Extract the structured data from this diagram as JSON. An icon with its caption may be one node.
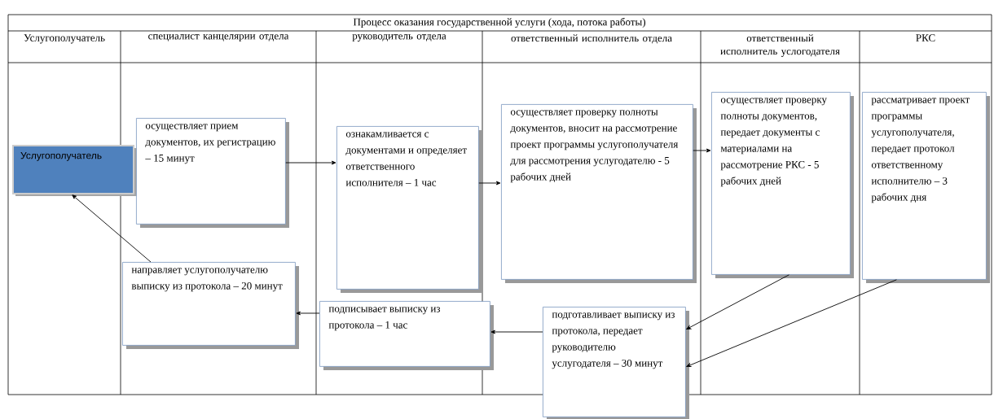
{
  "diagram": {
    "title": "Процесс оказания государственной услуги (хода, потока работы)",
    "nodes": [
      {
        "text": [
          "Услугополучатель"
        ]
      },
      {
        "text": [
          "осуществляет прием документов, их регистрацию – 15 минут"
        ]
      },
      {
        "text": [
          "ознакамливается с документами и определяет ответственного исполнителя – 1 час"
        ]
      },
      {
        "text": [
          "осуществляет проверку полноты документов, вносит на рассмотрение проект программы услугополучателя для рассмотрения услугодателю - 5 рабочих дней"
        ]
      },
      {
        "text": [
          "осуществляет проверку полноты документов, передает документы с материалами на рассмотрение РКС - 5 рабочих дней"
        ]
      },
      {
        "text": [
          "рассматривает проект программы услугополучателя, передает протокол ответственному исполнителю – 3 рабочих дня"
        ]
      },
      {
        "text": [
          "направляет услугополучателю выписку из протокола – 20 минут"
        ]
      },
      {
        "text": [
          "подписывает выписку из протокола – 1 час"
        ]
      },
      {
        "text": [
          "подготавливает выписку из протокола, передает руководителю услугодателя – 30 минут"
        ]
      }
    ],
    "edges": [
      {
        "from": 1,
        "to": 2,
        "arrow": "to"
      },
      {
        "from": 2,
        "to": 3,
        "arrow": "to"
      },
      {
        "from": 3,
        "to": 4,
        "arrow": "to"
      },
      {
        "from": 4,
        "to": 8,
        "arrow": "to"
      },
      {
        "from": 5,
        "to": 8,
        "arrow": "to"
      },
      {
        "from": 8,
        "to": 7,
        "arrow": "to"
      },
      {
        "from": 7,
        "to": 6,
        "arrow": "to"
      },
      {
        "from": 6,
        "to": 0,
        "arrow": "to"
      }
    ],
    "labels": [
      "Услугополучатель",
      "специалист канцелярии отдела",
      "руководитель отдела",
      "ответственный исполнитель отдела",
      "ответственный исполнитель услогодателя",
      "РКС"
    ]
  }
}
